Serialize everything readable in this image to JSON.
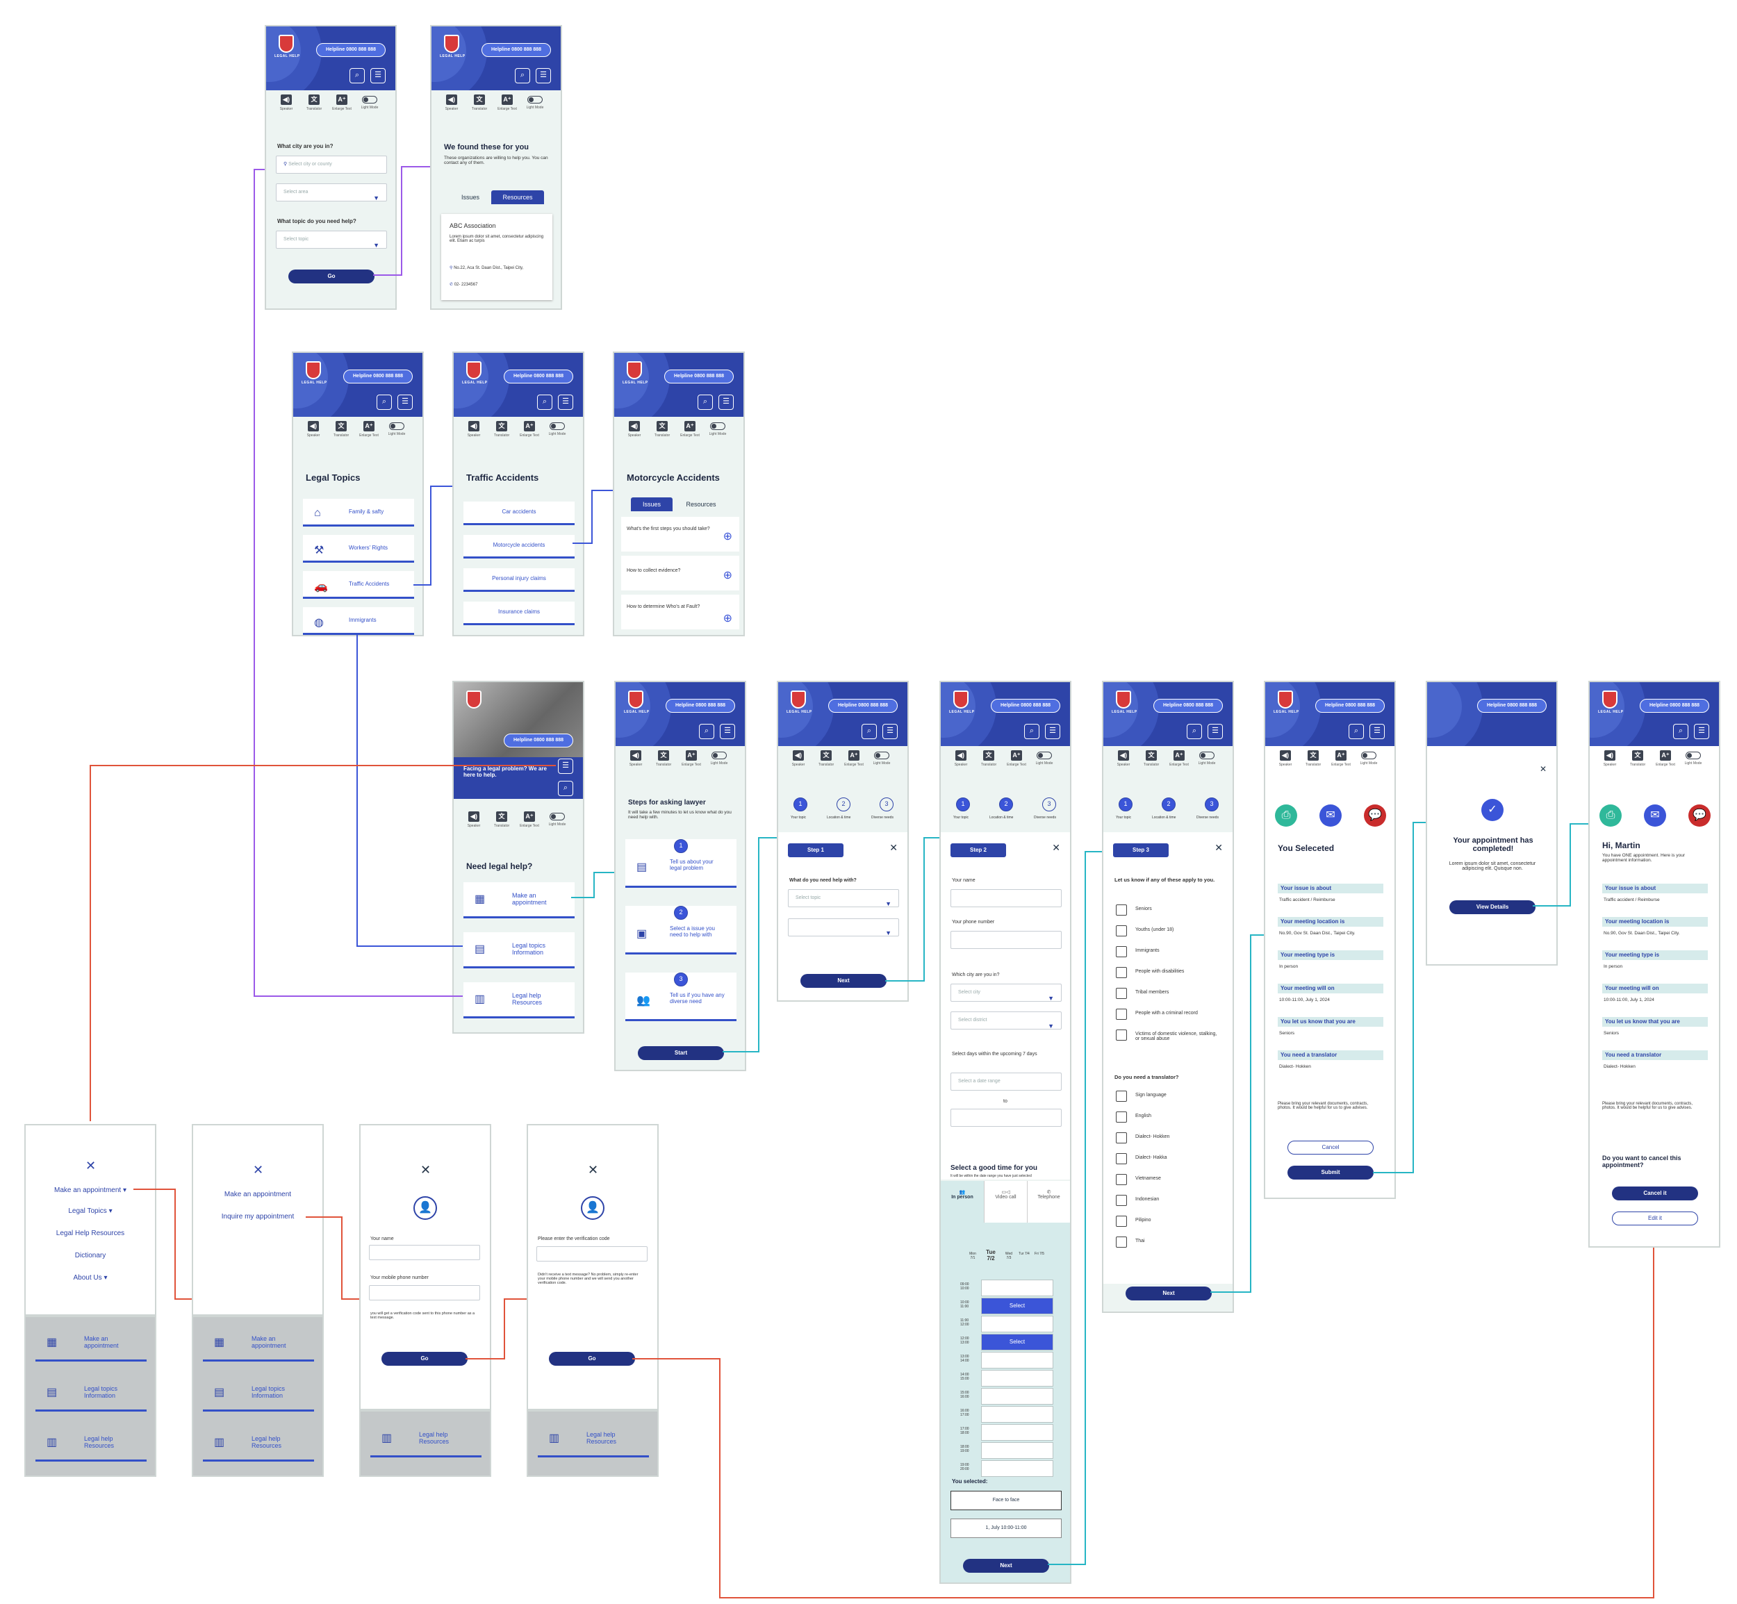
{
  "header": {
    "logo_text": "LEGAL HELP",
    "helpline": "Helpline 0800 888 888"
  },
  "access": [
    "Speaker",
    "Translator",
    "Enlarge Text",
    "Light Mode"
  ],
  "icons": {
    "search": "search-icon",
    "menu": "menu-icon",
    "close": "close-icon"
  },
  "s1": {
    "q1": "What city are you in?",
    "city_ph": "Select city or county",
    "area_ph": "Select area",
    "q2": "What topic do you need help?",
    "topic_ph": "Select topic",
    "go": "Go"
  },
  "s2": {
    "title": "We found these for you",
    "desc": "These organizations are willing to help you. You can contact any of them.",
    "tab_issues": "Issues",
    "tab_resources": "Resources",
    "org": "ABC Association",
    "org_desc": "Lorem ipsum dolor sit amet, consectetur adipiscing elit. Etiam ac turpis",
    "addr": "No.22, Aca St. Daan Dist., Taipei City,",
    "phone": "02- 2234567"
  },
  "s3": {
    "title": "Legal Topics",
    "items": [
      "Family & safty",
      "Workers' Rights",
      "Traffic Accidents",
      "Immigrants"
    ]
  },
  "s4": {
    "title": "Traffic Accidents",
    "items": [
      "Car accidents",
      "Motorcycle accidents",
      "Personal injury claims",
      "Insurance claims"
    ]
  },
  "s5": {
    "title": "Motorcycle Accidents",
    "tab_issues": "Issues",
    "tab_resources": "Resources",
    "q": [
      "What's the first steps you should take?",
      "How to collect evidence?",
      "How to determine Who's at Fault?"
    ]
  },
  "home": {
    "hero": "Facing a legal problem? We are here to help.",
    "title": "Need legal help?",
    "cards": [
      "Make an appointment",
      "Legal topics Information",
      "Legal help Resources"
    ]
  },
  "steps": {
    "title": "Steps for asking lawyer",
    "desc": "It will take a few minutes to let us know what do you need help with.",
    "items": [
      "Tell us about your legal problem",
      "Select a issue you need to help with",
      "Tell us if you have any diverse need"
    ],
    "start": "Start"
  },
  "stepper": [
    "Your topic",
    "Location & time",
    "Diverse needs"
  ],
  "step1": {
    "title": "Step 1",
    "q": "What do you need help with?",
    "topic_ph": "Select topic",
    "next": "Next"
  },
  "step2": {
    "title": "Step 2",
    "name": "Your name",
    "phone": "Your phone number",
    "city_q": "Which city are you in?",
    "city_ph": "Select city",
    "district_ph": "Select district",
    "days_q": "Select days within the upcoming 7 days",
    "range_ph": "Select a date range",
    "to": "to",
    "time_title": "Select a good time for you",
    "time_desc": "It will be within the date range you have just selected",
    "modes": [
      "In person",
      "Video call",
      "Telephone"
    ],
    "days": [
      "Mon 7/1",
      "Tue 7/2",
      "Wed 7/3",
      "Tur 7/4",
      "Fri 7/5"
    ],
    "times": [
      "09:00 10:00",
      "10:00 11:00",
      "11:00 12:00",
      "12:00 13:00",
      "13:00 14:00",
      "14:00 15:00",
      "15:00 16:00",
      "16:00 17:00",
      "17:00 18:00",
      "18:00 19:00",
      "19:00 20:00"
    ],
    "select": "Select",
    "you_selected": "You selected:",
    "sel_mode": "Face to face",
    "sel_time": "1, July      10:00-11:00",
    "next": "Next"
  },
  "step3": {
    "title": "Step 3",
    "q1": "Let us know if any of these apply to you.",
    "opts1": [
      "Seniors",
      "Youths (under 18)",
      "Immigrants",
      "People with disabilities",
      "Tribal members",
      "People with a criminal record",
      "Victims of domestic violence, stalking, or sexual abuse"
    ],
    "q2": "Do you need a translator?",
    "opts2": [
      "Sign language",
      "English",
      "Dialect- Hokken",
      "Dialect- Hakka",
      "Vietnamese",
      "Indonesian",
      "Pilipino",
      "Thai"
    ],
    "next": "Next"
  },
  "summary": {
    "title": "You Seleceted",
    "rows": [
      [
        "Your issue is about",
        "Traffic accident / Reimburse"
      ],
      [
        "Your meeting location is",
        "No.90, Gov St. Daan Dist., Taipei City."
      ],
      [
        "Your meeting type is",
        "In person"
      ],
      [
        "Your meeting will on",
        "10:00-11:00, July 1, 2024"
      ],
      [
        "You let us know that you are",
        "Seniors"
      ],
      [
        "You need a translator",
        "Dialect- Hokken"
      ]
    ],
    "note": "Please bring your relevant documents, contracts, photos. It would be helpful for us to give advises.",
    "cancel": "Cancel",
    "submit": "Submit"
  },
  "done": {
    "title": "Your appointment has completed!",
    "desc": "Lorem ipsum dolor sit amet, consectetur adipiscing elit. Quisque non.",
    "btn": "View Details"
  },
  "details": {
    "greet": "Hi, Martin",
    "sub": "You have ONE appointment. Here is your appointment information.",
    "cancel_q": "Do you want to cancel this appointment?",
    "cancel_btn": "Cancel it",
    "edit_btn": "Edit it"
  },
  "menu": {
    "items": [
      "Make an appointment",
      "Legal Topics",
      "Legal Help Resources",
      "Dictionary",
      "About Us"
    ],
    "items2": [
      "Make an appointment",
      "Inquire my appointment"
    ]
  },
  "login": {
    "name": "Your name",
    "mobile": "Your mobile phone number",
    "note": "you will get a verification code sent to this phone number as a text message.",
    "go": "Go",
    "verify": "Please enter the verification code",
    "resend": "Didn't receive a text message? No problem, simply re-enter your mobile phone number and we will send you another verification code."
  },
  "colors": {
    "primary": "#2e44a8",
    "dark": "#223282",
    "accent_teal": "#26b5c4",
    "purple": "#9b59e8",
    "red": "#e0533a"
  }
}
